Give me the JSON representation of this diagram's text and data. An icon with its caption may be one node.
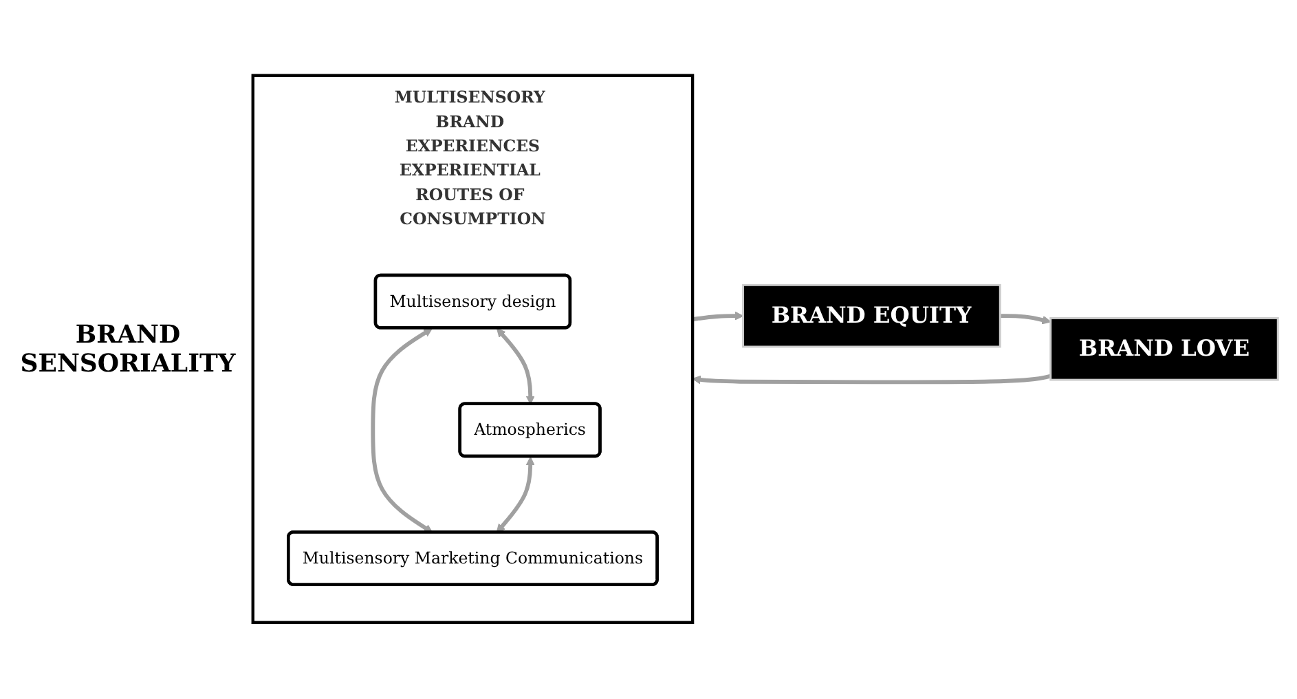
{
  "diagram": {
    "nodes": [
      {
        "text": [
          "MULTISENSORY BRAND EXPERIENCES",
          "EXPERIENTIAL ROUTES OF CONSUMPTION"
        ]
      },
      {
        "text": [
          "Multisensory design"
        ],
        "in": 0
      },
      {
        "text": [
          "Atmospherics"
        ],
        "in": 0
      },
      {
        "text": [
          "Multisensory Marketing Communications"
        ],
        "in": 0
      },
      {
        "text": [
          "BRAND EQUITY"
        ]
      },
      {
        "text": [
          "BRAND LOVE"
        ]
      }
    ],
    "edges": [
      {
        "from": 1,
        "to": 2,
        "arrow": "both"
      },
      {
        "from": 1,
        "to": 3,
        "arrow": "both"
      },
      {
        "from": 2,
        "to": 3,
        "arrow": "both"
      },
      {
        "from": 0,
        "to": 4,
        "arrow": "to"
      },
      {
        "from": 4,
        "to": 5,
        "arrow": "to"
      },
      {
        "from": 5,
        "to": 0,
        "arrow": "to"
      }
    ],
    "labels": [
      "BRAND SENSORIALITY"
    ]
  }
}
